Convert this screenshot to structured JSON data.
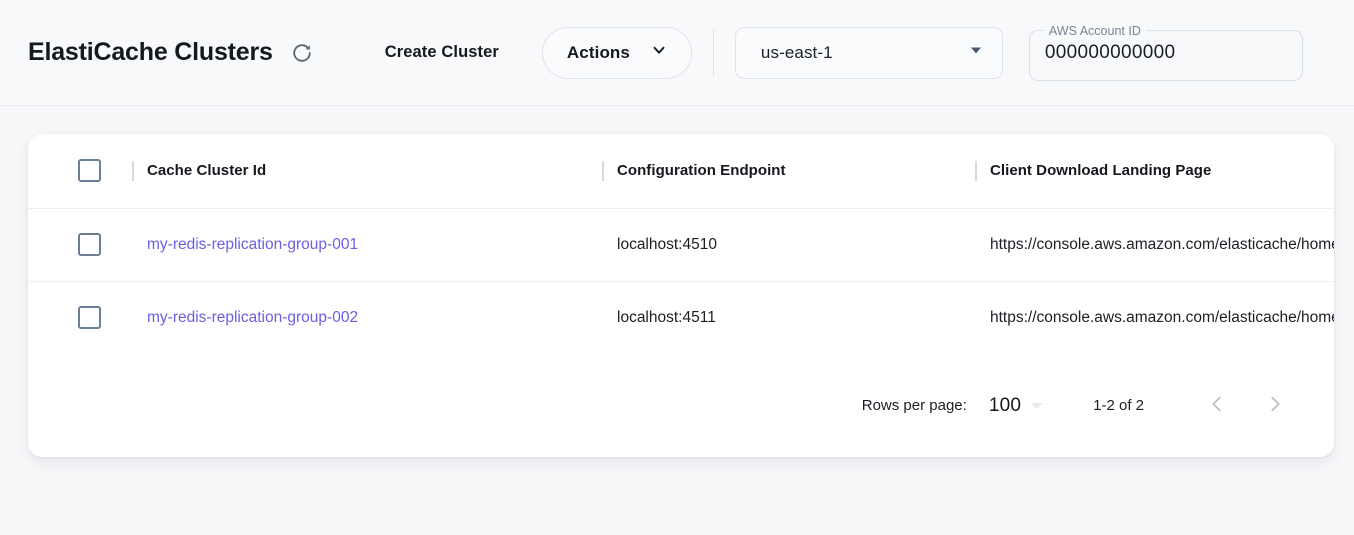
{
  "header": {
    "title": "ElastiCache Clusters",
    "refresh_icon": "refresh-icon",
    "create_button": "Create Cluster",
    "actions_button": "Actions",
    "actions_caret_icon": "chevron-down-icon",
    "region": {
      "value": "us-east-1",
      "caret_icon": "triangle-down-icon"
    },
    "account": {
      "label": "AWS Account ID",
      "value": "000000000000",
      "placeholder": "AWS Account ID"
    }
  },
  "table": {
    "select_all_checkbox": "unchecked",
    "columns": [
      {
        "key": "cluster_id",
        "label": "Cache Cluster Id"
      },
      {
        "key": "config_endpoint",
        "label": "Configuration Endpoint"
      },
      {
        "key": "landing_page",
        "label": "Client Download Landing Page"
      }
    ],
    "rows": [
      {
        "checkbox": "unchecked",
        "cluster_id": "my-redis-replication-group-001",
        "config_endpoint": "localhost:4510",
        "landing_page": "https://console.aws.amazon.com/elasticache/home"
      },
      {
        "checkbox": "unchecked",
        "cluster_id": "my-redis-replication-group-002",
        "config_endpoint": "localhost:4511",
        "landing_page": "https://console.aws.amazon.com/elasticache/home"
      }
    ]
  },
  "pagination": {
    "rows_per_page_label": "Rows per page:",
    "rows_per_page_value": "100",
    "range_label": "1-2 of 2",
    "prev_icon": "chevron-left-icon",
    "next_icon": "chevron-right-icon"
  },
  "colors": {
    "link": "#6c5fe0",
    "page_background": "#f7f8fa",
    "card_background": "#ffffff",
    "checkbox_border": "#6d7e95"
  }
}
